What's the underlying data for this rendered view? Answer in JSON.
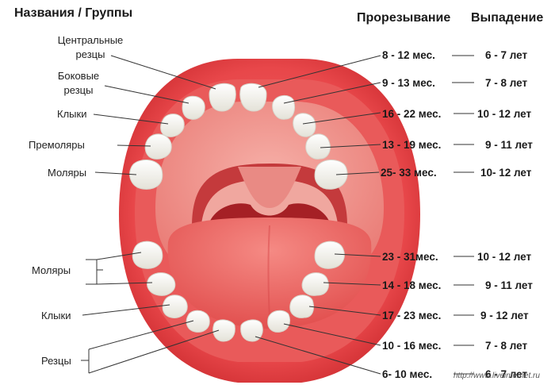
{
  "headers": {
    "groups": "Названия / Группы",
    "eruption": "Прорезывание",
    "shedding": "Выпадение"
  },
  "upper_labels": [
    {
      "line1": "Центральные",
      "line2": "резцы"
    },
    {
      "line1": "Боковые",
      "line2": "резцы"
    },
    {
      "line1": "Клыки",
      "line2": ""
    },
    {
      "line1": "Премоляры",
      "line2": ""
    },
    {
      "line1": "Моляры",
      "line2": ""
    }
  ],
  "lower_labels": [
    "Моляры",
    "Клыки",
    "Резцы"
  ],
  "rows": [
    {
      "eruption": "8 - 12 мес.",
      "shedding": "6 - 7 лет"
    },
    {
      "eruption": "9 - 13 мес.",
      "shedding": "7 - 8 лет"
    },
    {
      "eruption": "16 - 22 мес.",
      "shedding": "10 - 12 лет"
    },
    {
      "eruption": "13 - 19 мес.",
      "shedding": "9 - 11 лет"
    },
    {
      "eruption": "25- 33 мес.",
      "shedding": "10- 12 лет"
    },
    {
      "eruption": "23 - 31мес.",
      "shedding": "10 - 12 лет"
    },
    {
      "eruption": "14 - 18 мес.",
      "shedding": "9 - 11 лет"
    },
    {
      "eruption": "17 - 23 мес.",
      "shedding": "9 - 12 лет"
    },
    {
      "eruption": "10 - 16 мес.",
      "shedding": "7 - 8 лет"
    },
    {
      "eruption": "6- 10 мес.",
      "shedding": "6 - 7 лет"
    }
  ],
  "watermark": "http://www.liveinternet.ru",
  "colors": {
    "lip": "#e8474a",
    "lip_dark": "#c9282c",
    "palate": "#f29a94",
    "throat": "#b52a2e",
    "tongue": "#f06a66",
    "tooth": "#fbfbf8",
    "tooth_shadow": "#d8d6cc"
  }
}
